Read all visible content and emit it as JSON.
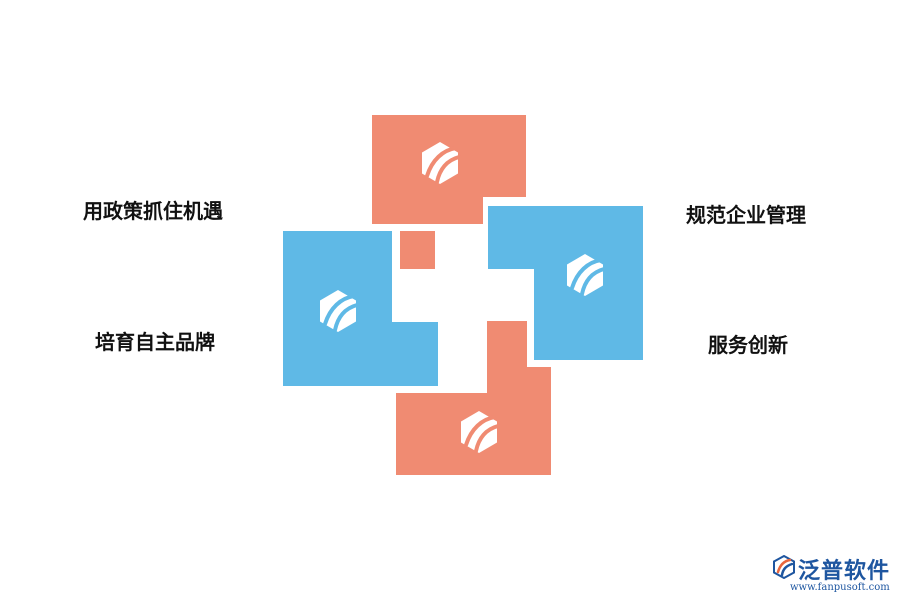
{
  "labels": {
    "top_left": "用政策抓住机遇",
    "bottom_left": "培育自主品牌",
    "top_right": "规范企业管理",
    "bottom_right": "服务创新"
  },
  "colors": {
    "salmon": "#f08b72",
    "blue": "#5fb9e6",
    "text": "#111111",
    "brand": "#1e56a0"
  },
  "icons": {
    "block_icon": "leaf-logo-icon",
    "brand_icon": "fanpu-logo-icon"
  },
  "brand": {
    "name": "泛普软件",
    "url": "www.fanpusoft.com"
  }
}
